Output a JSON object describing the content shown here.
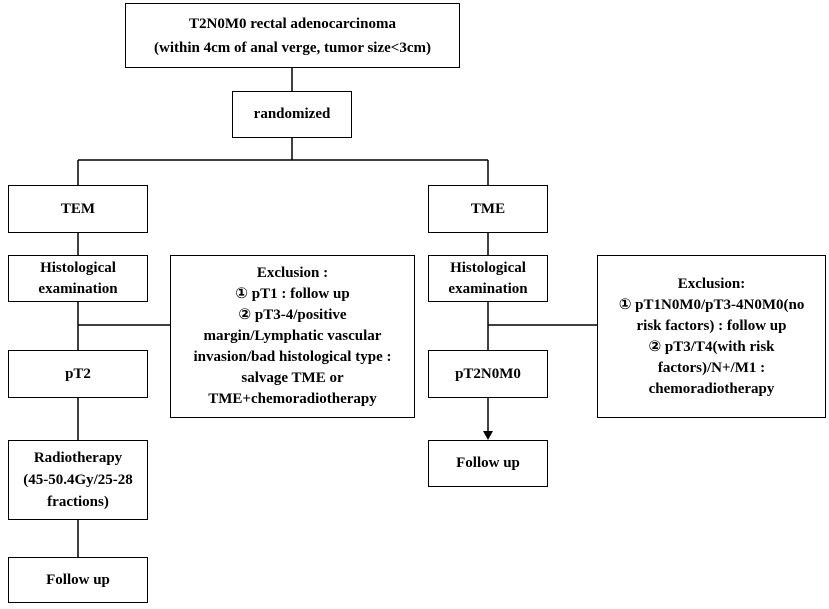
{
  "diagram": {
    "colors": {
      "line": "#000000",
      "background": "#ffffff"
    },
    "nodes": {
      "start": {
        "lines": [
          "T2N0M0 rectal adenocarcinoma",
          "(within 4cm of anal verge, tumor size<3cm)"
        ]
      },
      "randomized": {
        "lines": [
          "randomized"
        ]
      },
      "tem": {
        "lines": [
          "TEM"
        ]
      },
      "tme": {
        "lines": [
          "TME"
        ]
      },
      "tem_histology": {
        "lines": [
          "Histological",
          "examination"
        ]
      },
      "tem_exclusion": {
        "lines": [
          "Exclusion :",
          "① pT1 :  follow up",
          "② pT3-4/positive",
          "margin/Lymphatic vascular",
          "invasion/bad histological type :",
          "salvage TME or",
          "TME+chemoradiotherapy"
        ]
      },
      "tem_pt2": {
        "lines": [
          "pT2"
        ]
      },
      "tem_radiotherapy": {
        "lines": [
          "Radiotherapy",
          "(45-50.4Gy/25-28",
          "fractions)"
        ]
      },
      "tem_follow_up": {
        "lines": [
          "Follow up"
        ]
      },
      "tme_histology": {
        "lines": [
          "Histological",
          "examination"
        ]
      },
      "tme_exclusion": {
        "lines": [
          "Exclusion:",
          "① pT1N0M0/pT3-4N0M0(no",
          "risk factors) :  follow up",
          "② pT3/T4(with risk",
          "factors)/N+/M1 :",
          "chemoradiotherapy"
        ]
      },
      "tme_pt2n0m0": {
        "lines": [
          "pT2N0M0"
        ]
      },
      "tme_follow_up": {
        "lines": [
          "Follow up"
        ]
      }
    }
  }
}
